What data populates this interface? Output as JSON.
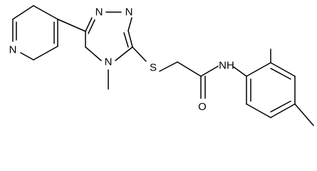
{
  "molecule": {
    "atoms": {
      "n_pyridine": "N",
      "n_triazole_1": "N",
      "n_triazole_2": "N",
      "n_triazole_4": "N",
      "methyl_triazole": "methyl",
      "s_thioether": "S",
      "o_carbonyl": "O",
      "nh_amide": "NH",
      "methyl_ortho": "methyl",
      "methyl_para": "methyl"
    }
  }
}
